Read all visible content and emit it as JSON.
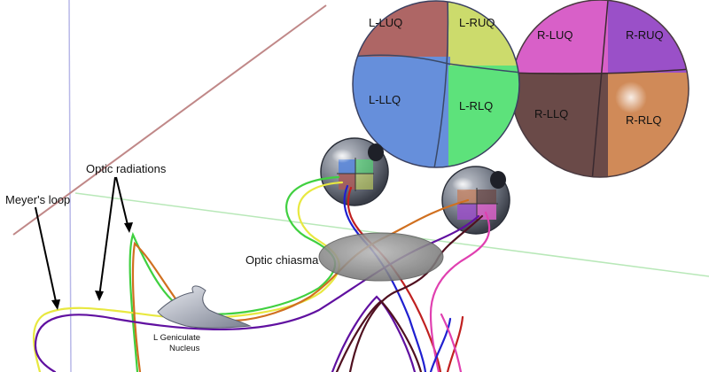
{
  "labels": {
    "optic_radiations": "Optic radiations",
    "meyers_loop": "Meyer's loop",
    "optic_chiasma": "Optic chiasma",
    "lgn_line1": "L Geniculate",
    "lgn_line2": "Nucleus"
  },
  "left_field": {
    "luq": "L-LUQ",
    "ruq": "L-RUQ",
    "llq": "L-LLQ",
    "rlq": "L-RLQ"
  },
  "right_field": {
    "luq": "R-LUQ",
    "ruq": "R-RUQ",
    "llq": "R-LLQ",
    "rlq": "R-RLQ"
  },
  "colors": {
    "l_luq": "#a85a58",
    "l_ruq": "#c8d860",
    "l_llq": "#5a86d8",
    "l_rlq": "#50e070",
    "r_luq": "#d860c8",
    "r_ruq": "#9a50c8",
    "r_llq": "#6a4a48",
    "r_rlq": "#d08a58",
    "green_path": "#40d040",
    "yellow_path": "#e8e840",
    "blue_path": "#2020d0",
    "red_path": "#c02020",
    "orange_path": "#d07020",
    "magenta_path": "#e040b0",
    "purple_path": "#6010a0",
    "brown_path": "#501020"
  }
}
